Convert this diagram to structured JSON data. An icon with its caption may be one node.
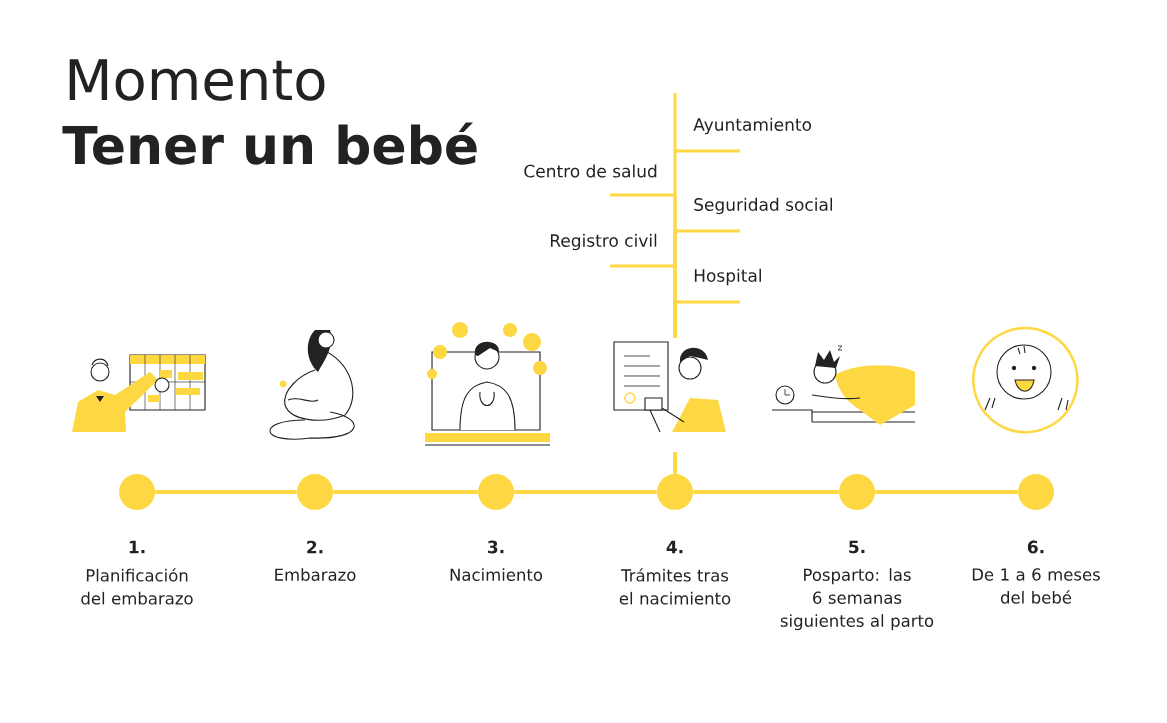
{
  "diagram": {
    "title": "Tener un bebé",
    "nodes": [
      {
        "text": [
          "1.",
          "Planificación del embarazo"
        ]
      },
      {
        "text": [
          "2.",
          "Embarazo"
        ]
      },
      {
        "text": [
          "3.",
          "Nacimiento"
        ]
      },
      {
        "text": [
          "4.",
          "Trámites tras el nacimiento"
        ]
      },
      {
        "text": [
          "5.",
          "Posparto: las 6 semanas siguientes al parto"
        ]
      },
      {
        "text": [
          "6.",
          "De 1 a 6 meses del bebé"
        ]
      },
      {
        "text": [
          "Ayuntamiento"
        ]
      },
      {
        "text": [
          "Centro de salud"
        ]
      },
      {
        "text": [
          "Seguridad social"
        ]
      },
      {
        "text": [
          "Registro civil"
        ]
      },
      {
        "text": [
          "Hospital"
        ]
      }
    ],
    "edges": [
      {
        "from": 0,
        "to": 1,
        "arrow": "none"
      },
      {
        "from": 1,
        "to": 2,
        "arrow": "none"
      },
      {
        "from": 2,
        "to": 3,
        "arrow": "none"
      },
      {
        "from": 3,
        "to": 4,
        "arrow": "none"
      },
      {
        "from": 4,
        "to": 5,
        "arrow": "none"
      },
      {
        "from": 6,
        "to": 3,
        "arrow": "none"
      },
      {
        "from": 7,
        "to": 3,
        "arrow": "none"
      },
      {
        "from": 8,
        "to": 3,
        "arrow": "none"
      },
      {
        "from": 9,
        "to": 3,
        "arrow": "none"
      },
      {
        "from": 10,
        "to": 3,
        "arrow": "none"
      }
    ],
    "labels": [
      "Momento"
    ]
  }
}
